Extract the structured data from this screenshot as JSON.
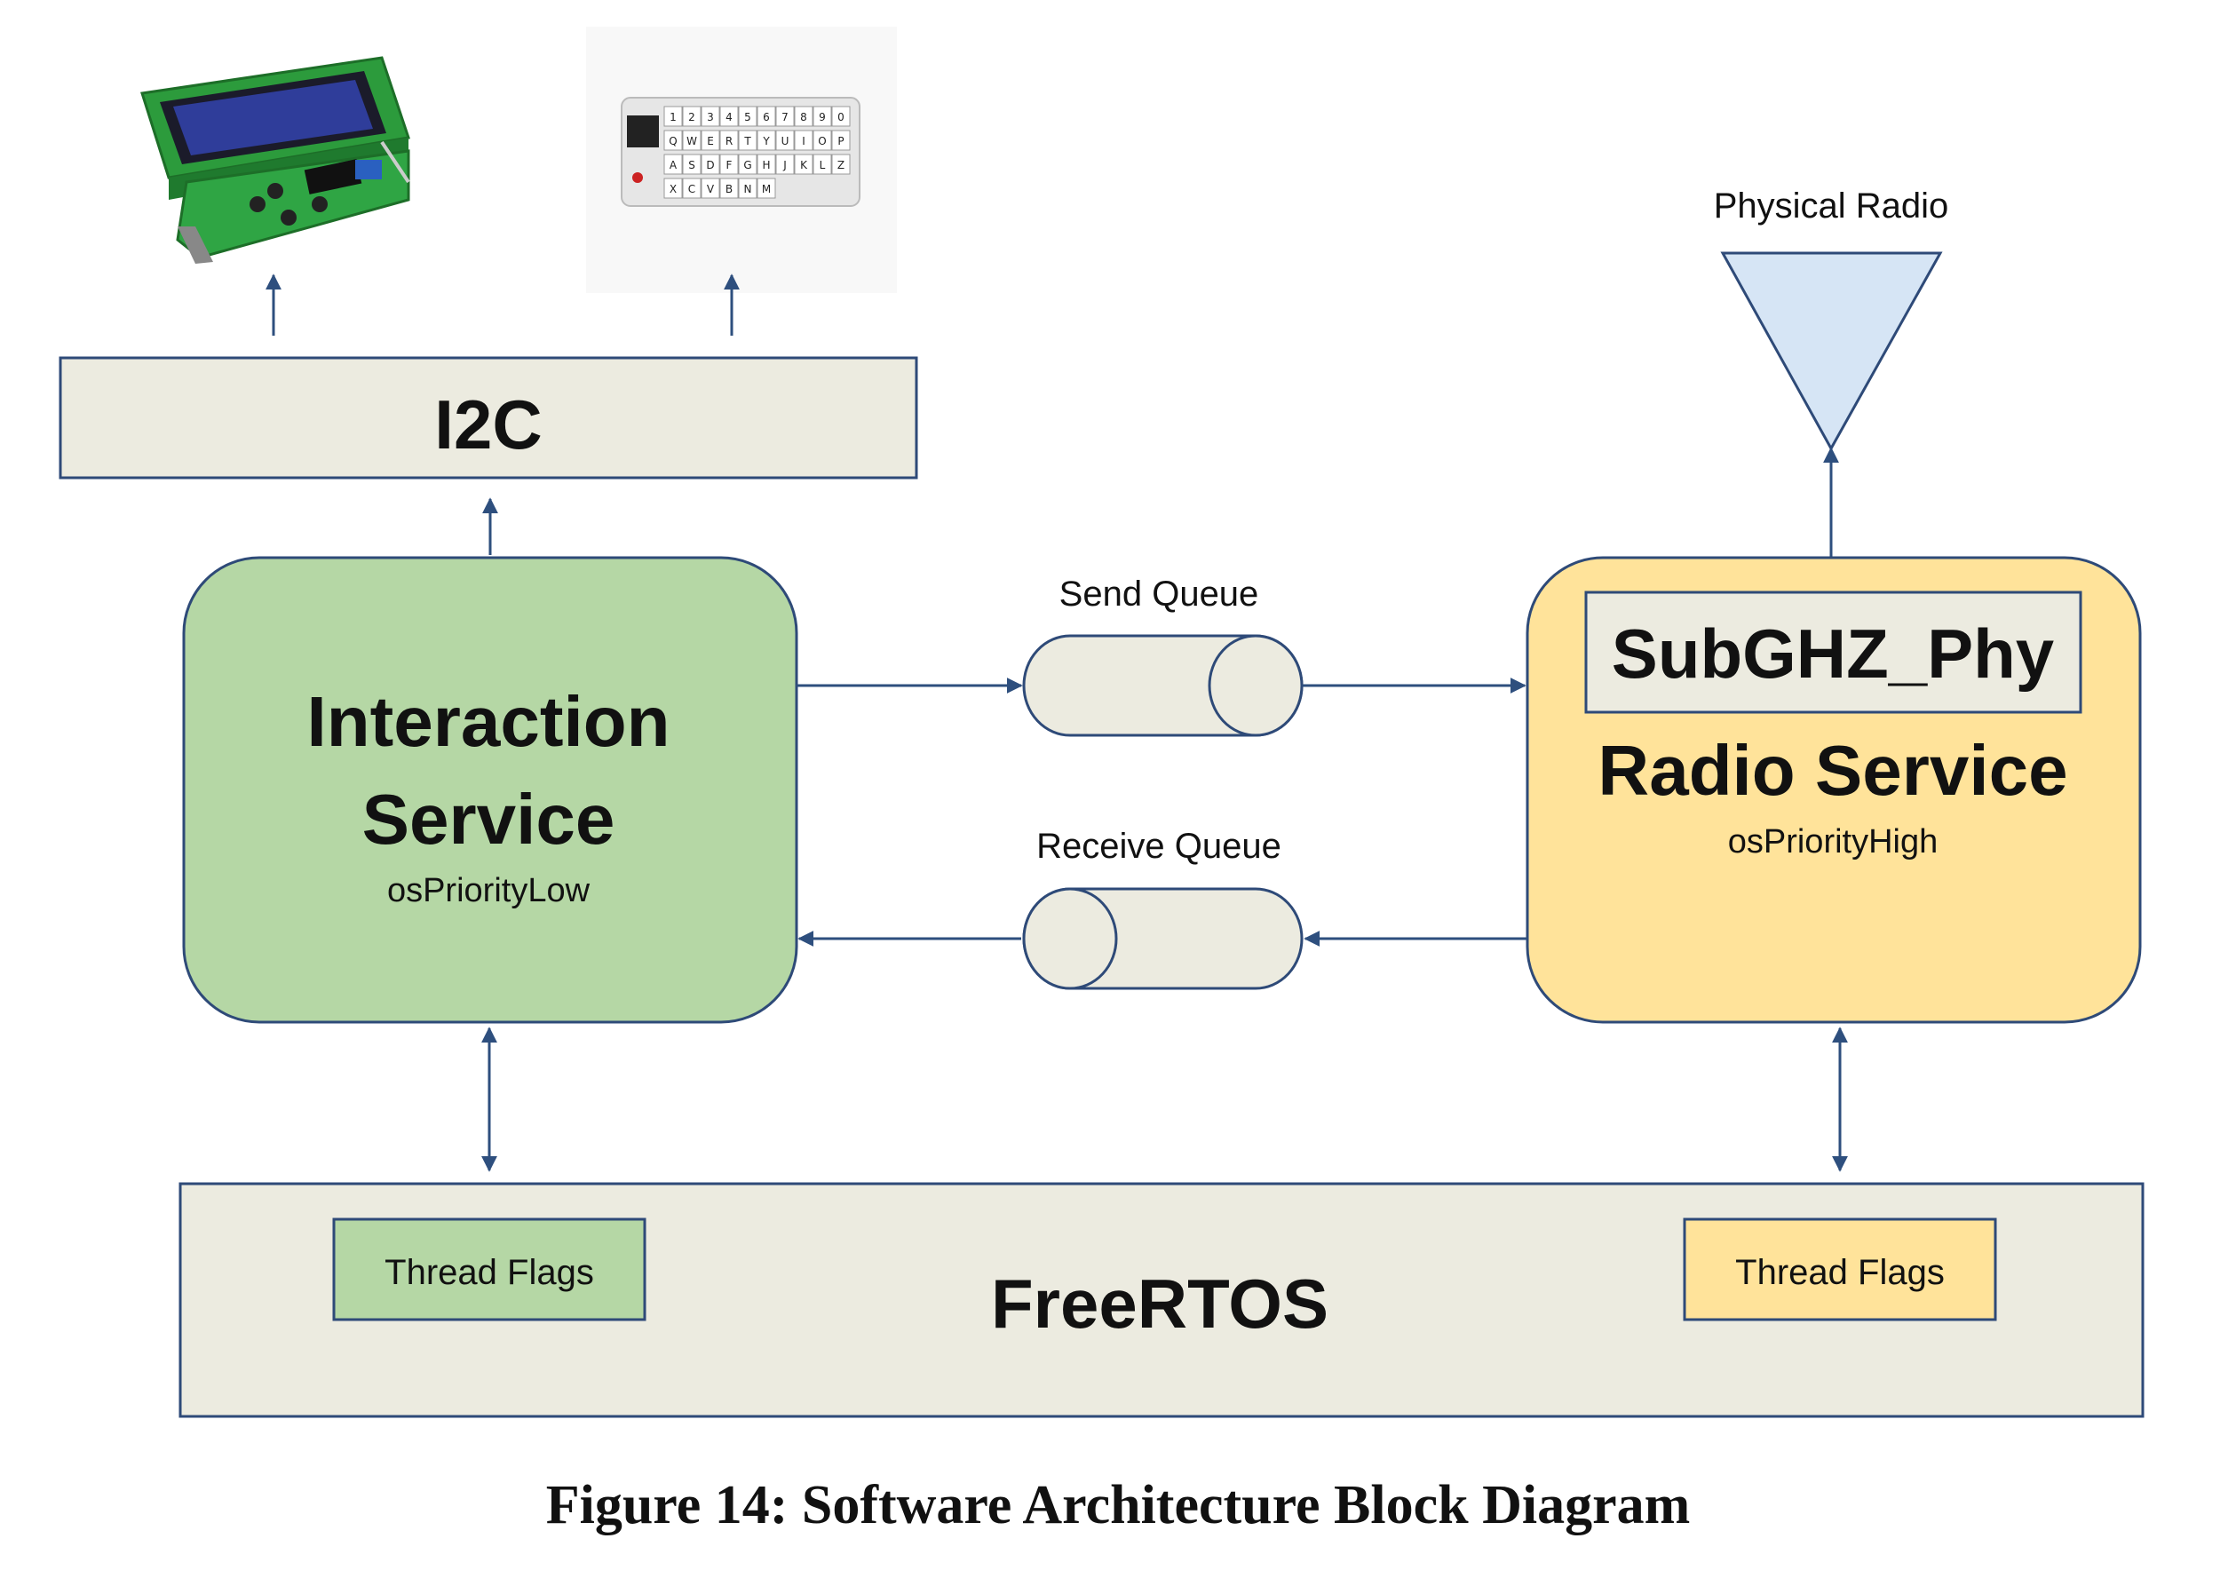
{
  "colors": {
    "stroke": "#2e4a78",
    "arrow": "#2e4f7e",
    "neutral_fill": "#ecebe0",
    "interaction_fill": "#b5d7a5",
    "radio_fill": "#ffe39a",
    "antenna_fill": "#d6e5f5",
    "lcd_screen": "#2f3d9a",
    "pcb_green": "#2c9b3c"
  },
  "peripherals": {
    "lcd_icon": "lcd-display-icon",
    "keyboard_icon": "keyboard-module-icon",
    "keyboard_keys": [
      "1",
      "2",
      "3",
      "4",
      "5",
      "6",
      "7",
      "8",
      "9",
      "0",
      "Q",
      "W",
      "E",
      "R",
      "T",
      "Y",
      "U",
      "I",
      "O",
      "P",
      "A",
      "S",
      "D",
      "F",
      "G",
      "H",
      "J",
      "K",
      "L",
      "Z",
      "X",
      "C",
      "V",
      "B",
      "N",
      "M"
    ]
  },
  "i2c": {
    "label": "I2C"
  },
  "antenna": {
    "label": "Physical Radio",
    "icon": "antenna-icon"
  },
  "interaction_service": {
    "title_line1": "Interaction",
    "title_line2": "Service",
    "priority": "osPriorityLow"
  },
  "radio_service": {
    "phy_label": "SubGHZ_Phy",
    "title": "Radio Service",
    "priority": "osPriorityHigh"
  },
  "queues": {
    "send": {
      "label": "Send Queue"
    },
    "receive": {
      "label": "Receive Queue"
    }
  },
  "freertos": {
    "label": "FreeRTOS",
    "thread_flags_left": "Thread Flags",
    "thread_flags_right": "Thread Flags"
  },
  "caption": "Figure 14: Software Architecture Block Diagram"
}
